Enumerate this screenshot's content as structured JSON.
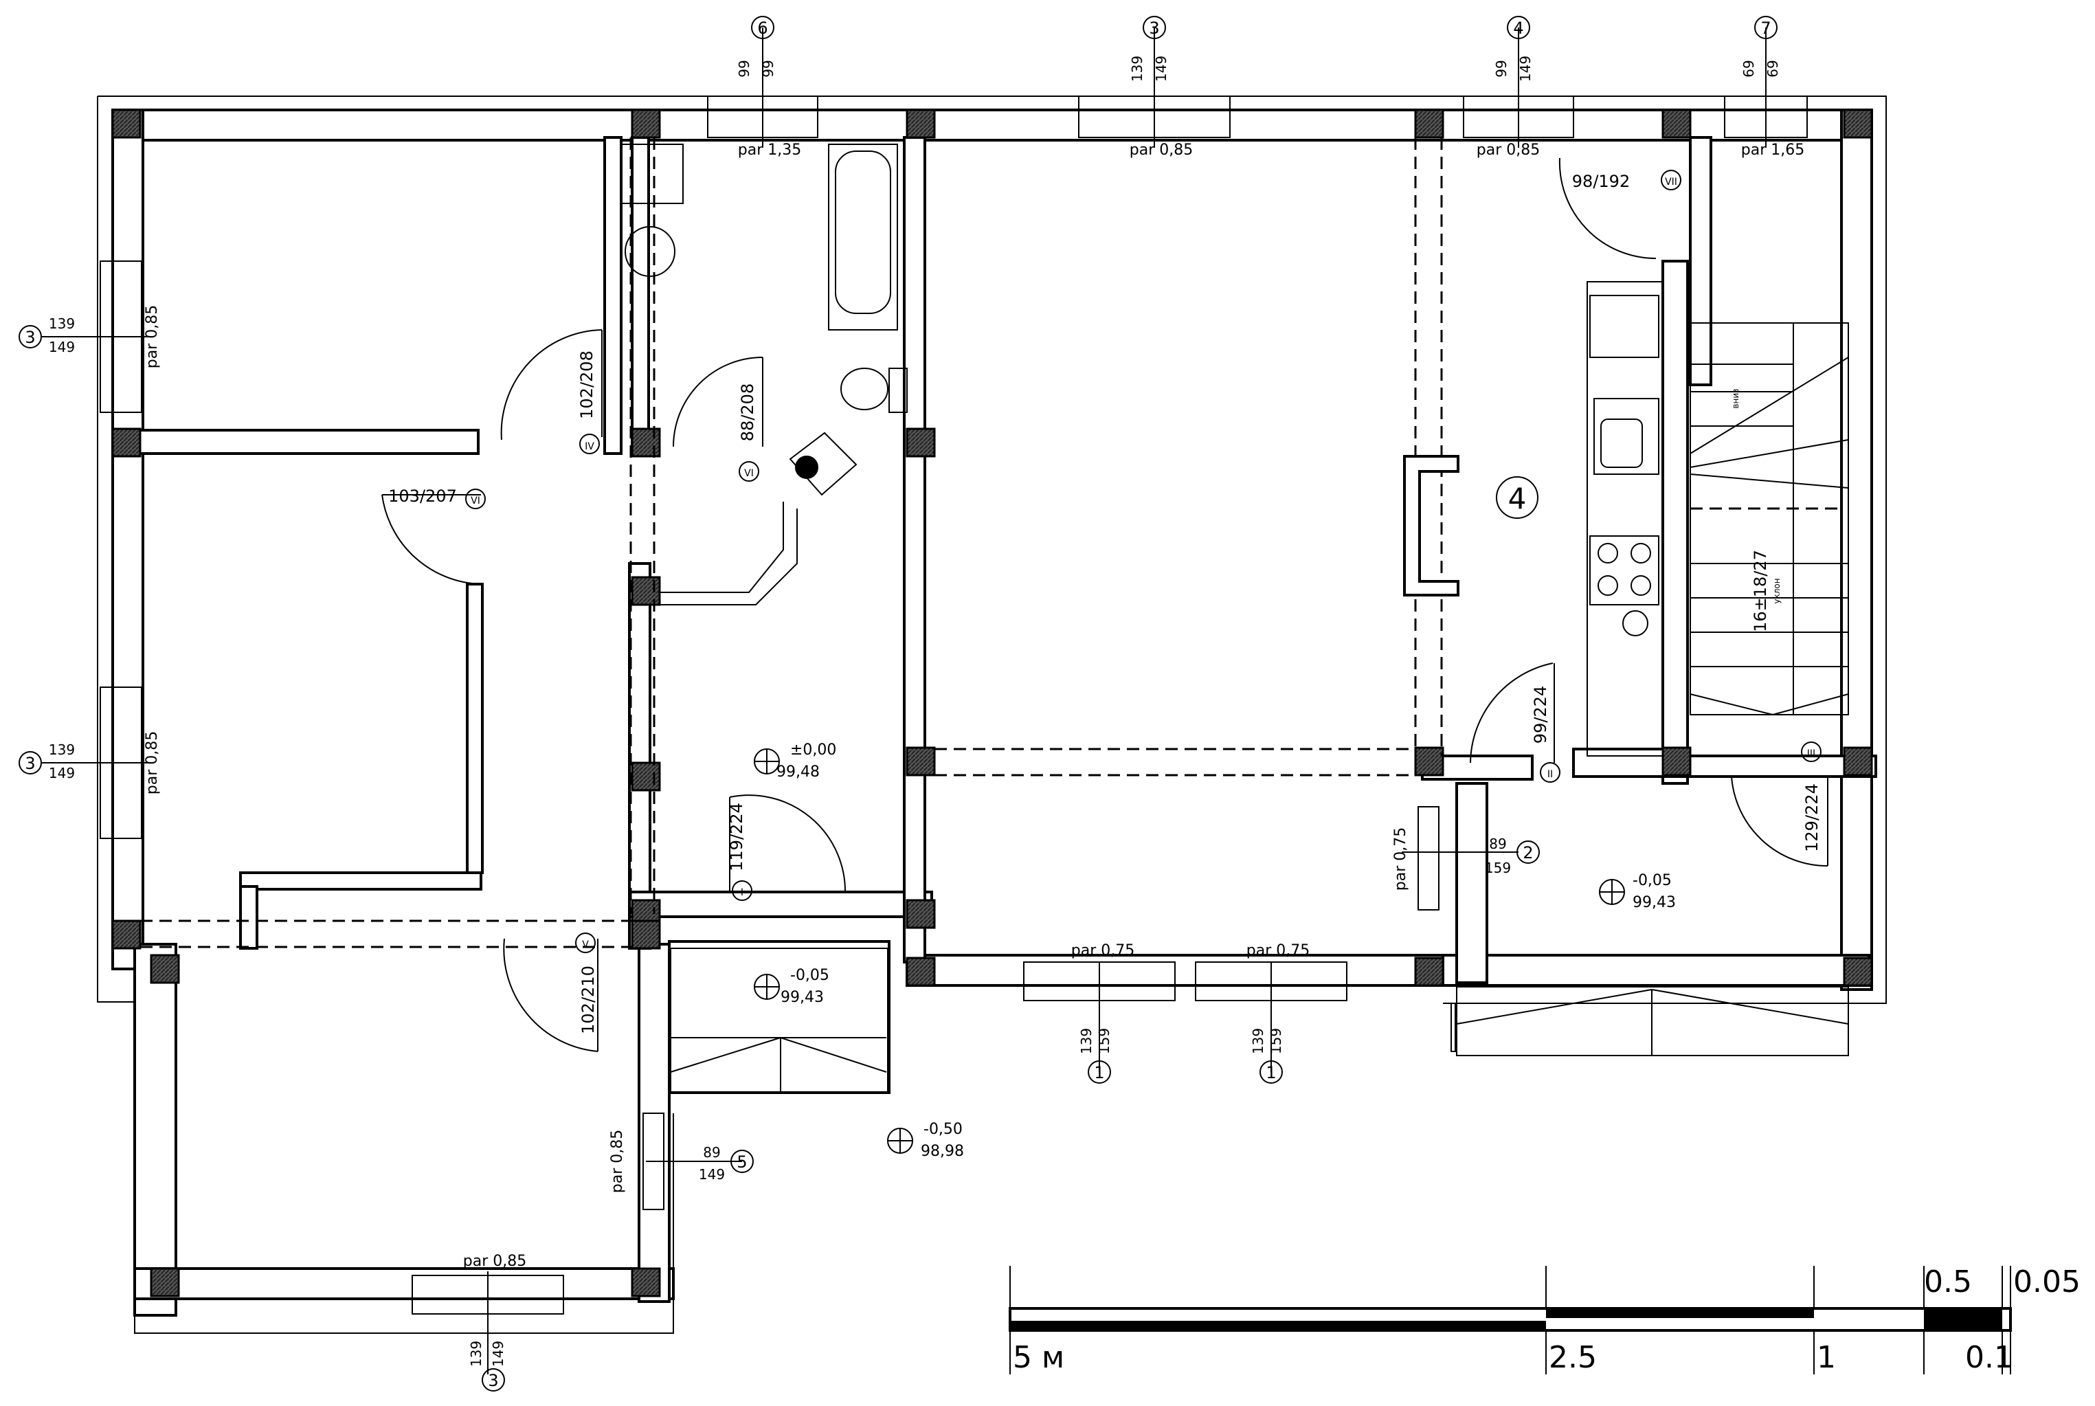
{
  "plan": {
    "room_number": "4",
    "windows": [
      {
        "type": "6",
        "w": "99",
        "h": "99",
        "sill": "par 1,35"
      },
      {
        "type": "3",
        "w": "139",
        "h": "149",
        "sill": "par 0,85"
      },
      {
        "type": "4",
        "w": "99",
        "h": "149",
        "sill": "par 0,85"
      },
      {
        "type": "7",
        "w": "69",
        "h": "69",
        "sill": "par 1,65"
      },
      {
        "type": "3",
        "w": "139",
        "h": "149",
        "sill": "par 0,85"
      },
      {
        "type": "3",
        "w": "139",
        "h": "149",
        "sill": "par 0,85"
      },
      {
        "type": "1",
        "w": "139",
        "h": "159",
        "sill": "par 0,75"
      },
      {
        "type": "1",
        "w": "139",
        "h": "159",
        "sill": "par 0,75"
      },
      {
        "type": "2",
        "w": "89",
        "h": "159",
        "sill": "par 0,75"
      },
      {
        "type": "5",
        "w": "89",
        "h": "149",
        "sill": "par 0,85"
      },
      {
        "type": "3",
        "w": "139",
        "h": "149",
        "sill": "par 0,85"
      }
    ],
    "doors": [
      {
        "size": "102/208",
        "type": "IV"
      },
      {
        "size": "88/208",
        "type": "VI"
      },
      {
        "size": "103/207",
        "type": "VI"
      },
      {
        "size": "98/192",
        "type": "VII"
      },
      {
        "size": "99/224",
        "type": "II"
      },
      {
        "size": "129/224",
        "type": "III"
      },
      {
        "size": "119/224",
        "type": "I"
      },
      {
        "size": "102/210",
        "type": "V"
      }
    ],
    "levels": [
      {
        "rel": "±0,00",
        "abs": "99,48"
      },
      {
        "rel": "-0,05",
        "abs": "99,43"
      },
      {
        "rel": "-0,05",
        "abs": "99,43"
      },
      {
        "rel": "-0,50",
        "abs": "98,98"
      }
    ],
    "stair": {
      "label": "16±18/27",
      "sub1": "уклон",
      "sub2": "вниз"
    }
  },
  "scale_bar": {
    "labels_top": [
      "0.5",
      "0.05"
    ],
    "labels_bottom": [
      "5 м",
      "2.5",
      "1",
      "0.1"
    ]
  }
}
